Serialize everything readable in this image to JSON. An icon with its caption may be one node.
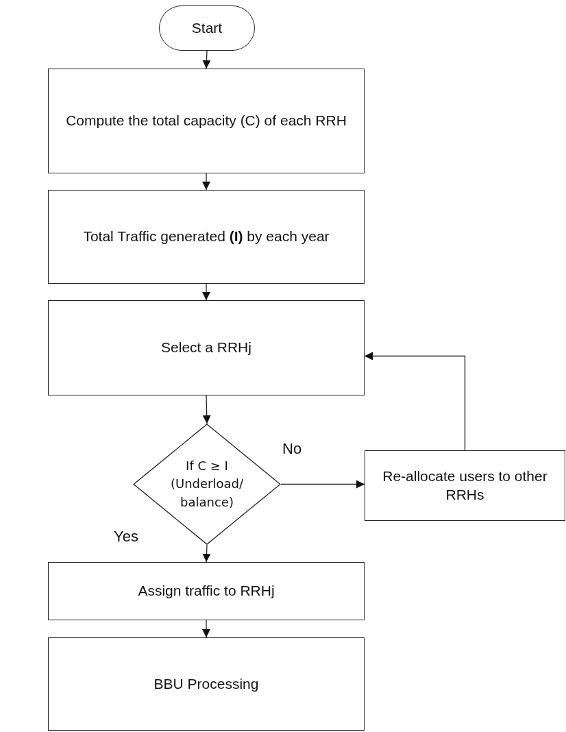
{
  "diagram": {
    "nodes": [
      {
        "text": [
          "Start"
        ]
      },
      {
        "text": [
          "Compute the total capacity (C) of each RRH"
        ]
      },
      {
        "text": [
          "Total Traffic generated **(I)** by each year"
        ]
      },
      {
        "text": [
          "Select a RRHj"
        ]
      },
      {
        "text": [
          "If C ≥ I (Underload/ balance)"
        ]
      },
      {
        "text": [
          "Re-allocate users to other RRHs"
        ]
      },
      {
        "text": [
          "Assign traffic to RRHj"
        ]
      },
      {
        "text": [
          "BBU Processing"
        ]
      }
    ],
    "edges": [
      {
        "from": 0,
        "to": 1,
        "arrow": "to"
      },
      {
        "from": 1,
        "to": 2,
        "arrow": "to"
      },
      {
        "from": 2,
        "to": 3,
        "arrow": "to"
      },
      {
        "from": 3,
        "to": 4,
        "arrow": "to"
      },
      {
        "from": 4,
        "to": 5,
        "arrow": "to",
        "label": "No"
      },
      {
        "from": 5,
        "to": 3,
        "arrow": "to"
      },
      {
        "from": 4,
        "to": 6,
        "arrow": "to",
        "label": "Yes"
      },
      {
        "from": 6,
        "to": 7,
        "arrow": "to"
      }
    ]
  }
}
